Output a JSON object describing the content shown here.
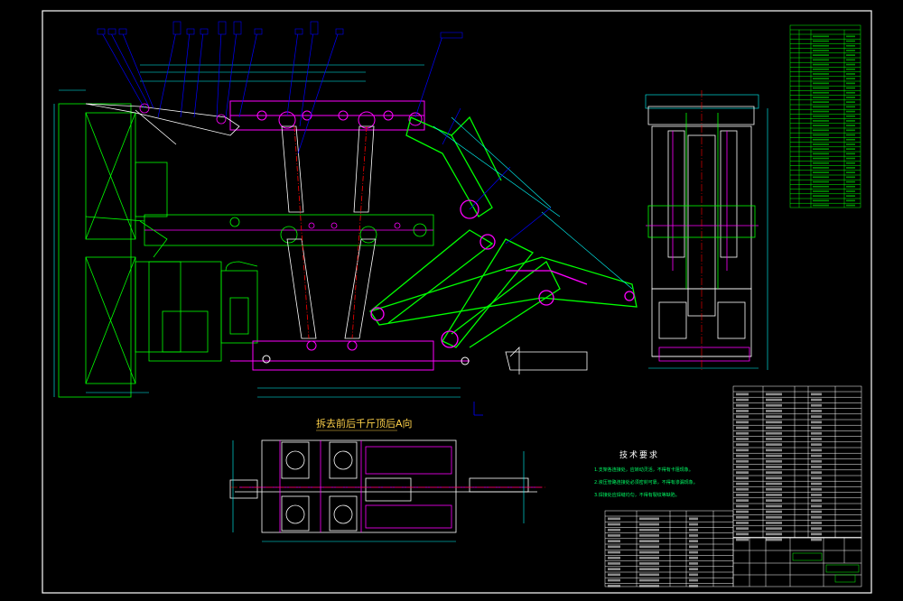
{
  "drawing": {
    "view_title": "拆去前后千斤顶后A向",
    "notes_title": "技术要求",
    "notes": [
      "1.支架各连接处，应转动灵活，不得有卡阻现象。",
      "2.液压管路连接处必须密封可靠，不得有渗漏现象。",
      "3.焊接处应焊缝均匀，不得有裂纹等缺陷。"
    ],
    "colors": {
      "background": "#000000",
      "frame": "#ffffff",
      "structure": "#00ff00",
      "hydraulic": "#ff00ff",
      "dimension": "#00ffff",
      "leader": "#0000ff",
      "centerline": "#ff0000",
      "title": "#ffd24a"
    }
  }
}
